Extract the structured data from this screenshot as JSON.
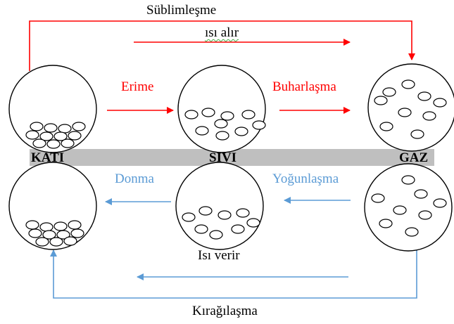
{
  "labels": {
    "sublimation": "Süblimleşme",
    "heat_absorbs": "ısı alır",
    "melting": "Erime",
    "evaporation": "Buharlaşma",
    "freezing": "Donma",
    "condensation": "Yoğunlaşma",
    "heat_releases": "Isı verir",
    "deposition": "Kırağılaşma"
  },
  "states": {
    "solid": "KATI",
    "liquid": "SIVI",
    "gas": "GAZ"
  },
  "colors": {
    "absorb_arrows": "#ff0000",
    "release_arrows": "#5b9bd5",
    "band": "#bfbfbf",
    "outline": "#000000"
  }
}
